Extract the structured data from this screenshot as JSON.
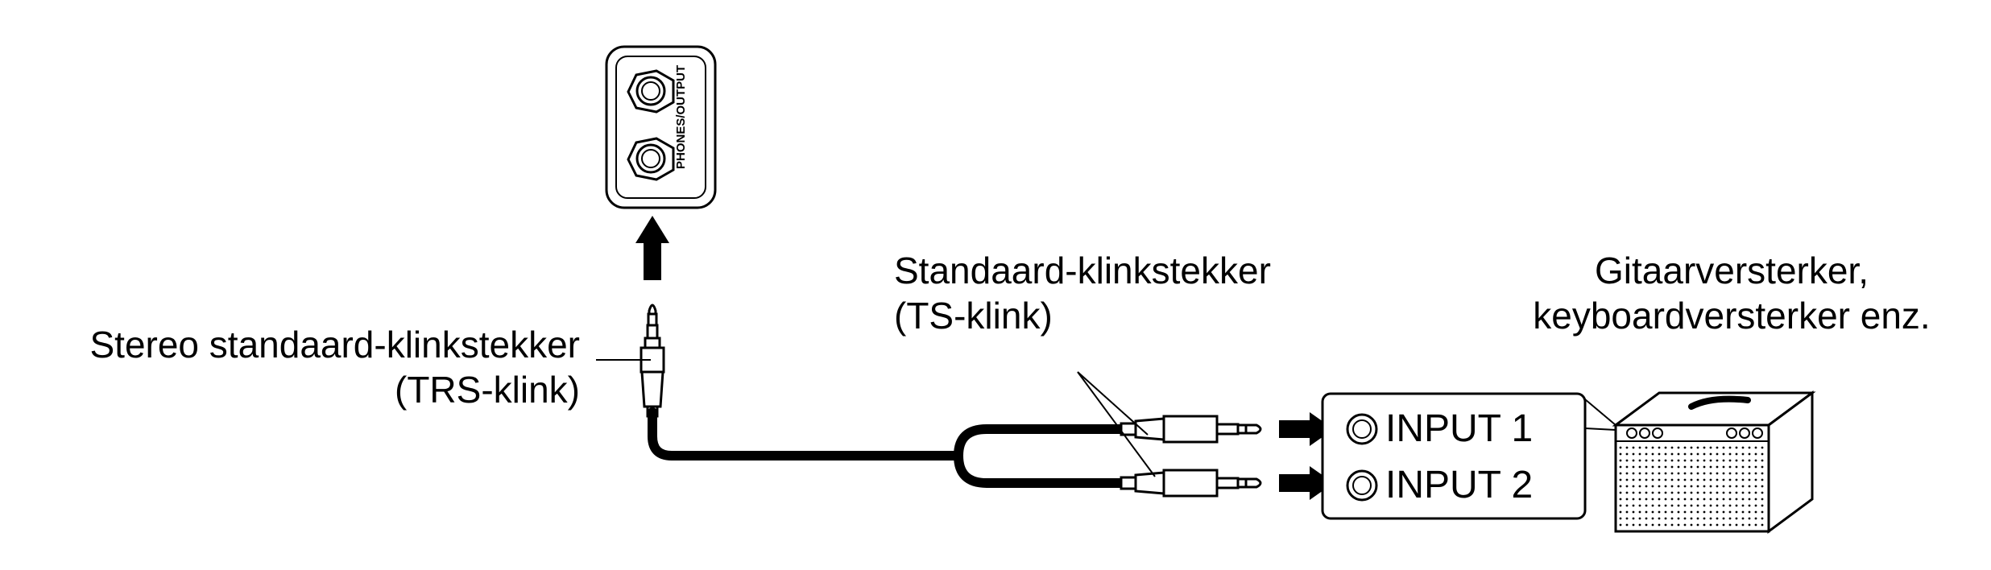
{
  "device": {
    "jack_label": "PHONES/OUTPUT"
  },
  "labels": {
    "trs_line1": "Stereo standaard-klinkstekker",
    "trs_line2": "(TRS-klink)",
    "ts_line1": "Standaard-klinkstekker",
    "ts_line2": "(TS-klink)",
    "amp_line1": "Gitaarversterker,",
    "amp_line2": "keyboardversterker enz."
  },
  "inputs": [
    {
      "label": "INPUT 1"
    },
    {
      "label": "INPUT 2"
    }
  ],
  "colors": {
    "ink": "#000000",
    "background": "#ffffff"
  }
}
